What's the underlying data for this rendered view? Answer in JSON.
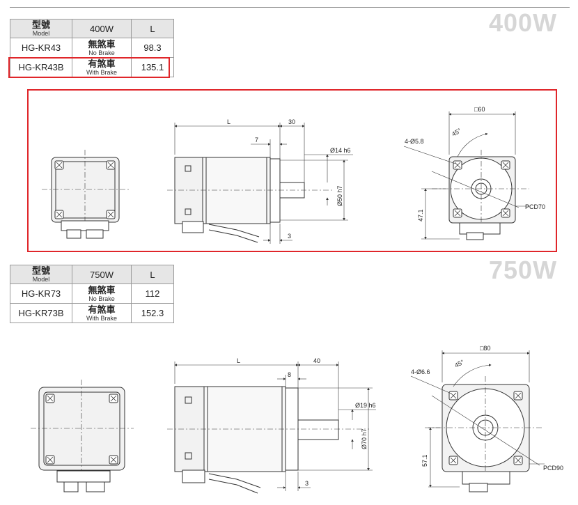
{
  "top": {
    "watt_label": "400W",
    "table": {
      "header": {
        "model_zh": "型號",
        "model_en": "Model",
        "power": "400W",
        "length": "L"
      },
      "rows": [
        {
          "model": "HG-KR43",
          "brake_zh": "無煞車",
          "brake_en": "No Brake",
          "length": "98.3"
        },
        {
          "model": "HG-KR43B",
          "brake_zh": "有煞車",
          "brake_en": "With Brake",
          "length": "135.1"
        }
      ]
    },
    "dims": {
      "length": "L",
      "shaft_length": "30",
      "flange_thickness": "7",
      "shaft_dia": "Ø14 h6",
      "pilot_dia": "Ø50 h7",
      "pilot_depth": "3",
      "square": "□60",
      "holes": "4-Ø5.8",
      "angle": "45°",
      "pcd": "PCD70",
      "height": "47.1"
    }
  },
  "bottom": {
    "watt_label": "750W",
    "table": {
      "header": {
        "model_zh": "型號",
        "model_en": "Model",
        "power": "750W",
        "length": "L"
      },
      "rows": [
        {
          "model": "HG-KR73",
          "brake_zh": "無煞車",
          "brake_en": "No Brake",
          "length": "112"
        },
        {
          "model": "HG-KR73B",
          "brake_zh": "有煞車",
          "brake_en": "With Brake",
          "length": "152.3"
        }
      ]
    },
    "dims": {
      "length": "L",
      "shaft_length": "40",
      "flange_thickness": "8",
      "shaft_dia": "Ø19 h6",
      "pilot_dia": "Ø70 h7",
      "pilot_depth": "3",
      "square": "□80",
      "holes": "4-Ø6.6",
      "angle": "45°",
      "pcd": "PCD90",
      "height": "57.1"
    }
  },
  "colors": {
    "highlight": "#e0262a",
    "watermark": "#d6d6d6",
    "line": "#333333",
    "body_fill": "#f2f2f2"
  }
}
